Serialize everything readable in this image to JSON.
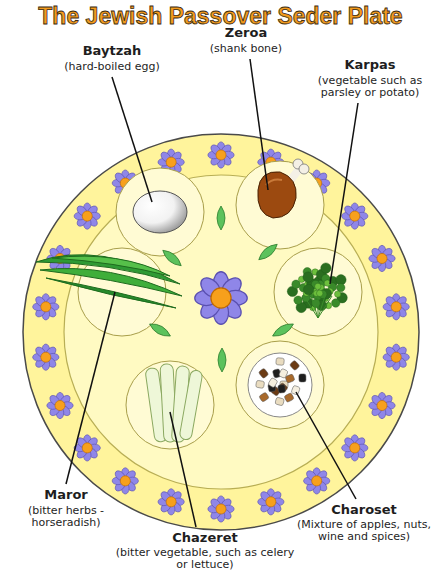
{
  "diagram": {
    "title": "The Jewish Passover Seder Plate",
    "labels": [
      "Baytzah",
      "(hard-boiled egg)",
      "Zeroa",
      "(shank bone)",
      "Karpas",
      "(vegetable such as parsley or potato)",
      "Maror",
      "(bitter herbs - horseradish)",
      "Chazeret",
      "(bitter vegetable, such as celery or lettuce)",
      "Charoset",
      "(Mixture of apples, nuts, wine and spices)"
    ]
  }
}
